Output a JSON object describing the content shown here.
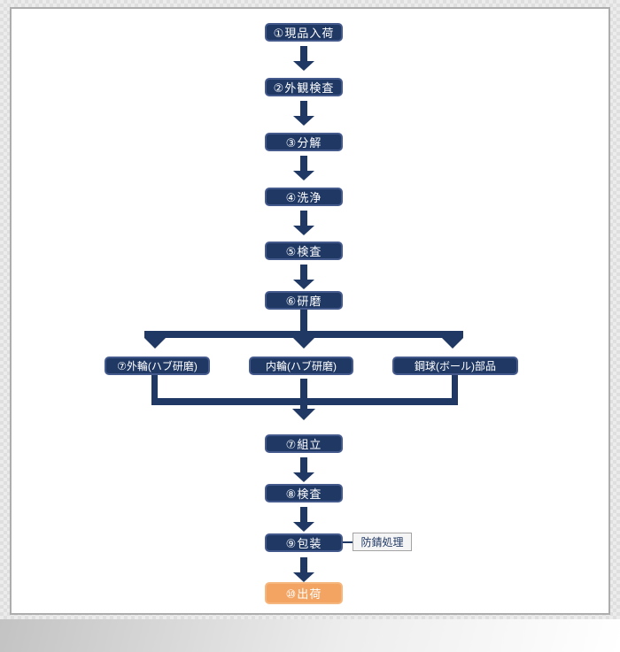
{
  "flow": {
    "step01": "①現品入荷",
    "step02": "②外観検査",
    "step03": "③分解",
    "step04": "④洗浄",
    "step05": "⑤検査",
    "step06": "⑥研磨",
    "branch_outer": "⑦外輪(ハブ研磨)",
    "branch_inner": "内輪(ハブ研磨)",
    "branch_ball": "鋼球(ボール)部品",
    "step07": "⑦組立",
    "step08": "⑧検査",
    "step09": "⑨包装",
    "note_rustproof": "防錆処理",
    "step10": "⑩出荷"
  },
  "colors": {
    "node_navy": "#1F3864",
    "node_navy_border": "#44598C",
    "node_orange": "#F4A462",
    "node_orange_border": "#F6B77F",
    "connector": "#1F3864",
    "note_bg": "#F5F5F5",
    "note_border": "#A3A3A3",
    "note_text": "#1F3864",
    "card_bg": "#FFFFFF",
    "card_border": "#ADADAD"
  }
}
